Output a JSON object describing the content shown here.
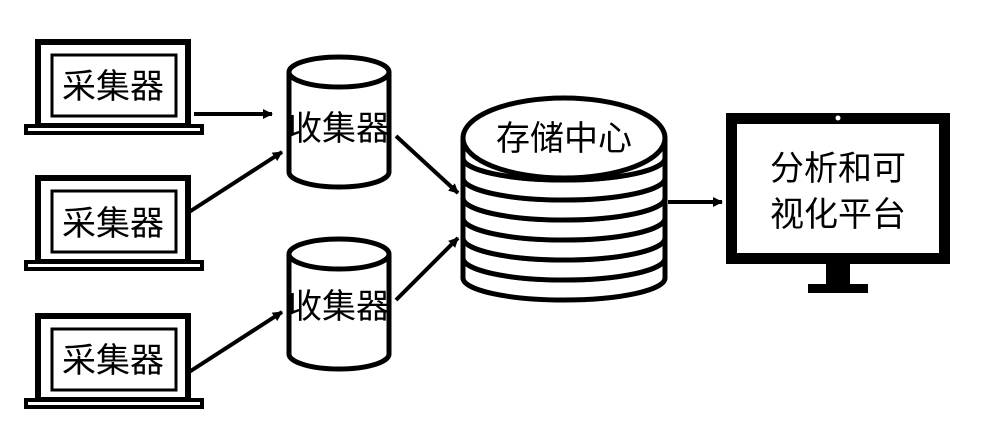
{
  "collectors": [
    {
      "label": "采集器"
    },
    {
      "label": "采集器"
    },
    {
      "label": "采集器"
    }
  ],
  "aggregators": [
    {
      "label": "收集器"
    },
    {
      "label": "收集器"
    }
  ],
  "storage": {
    "label": "存储中心"
  },
  "platform": {
    "line1": "分析和可",
    "line2": "视化平台"
  },
  "colors": {
    "stroke": "#000000",
    "background": "#ffffff"
  }
}
